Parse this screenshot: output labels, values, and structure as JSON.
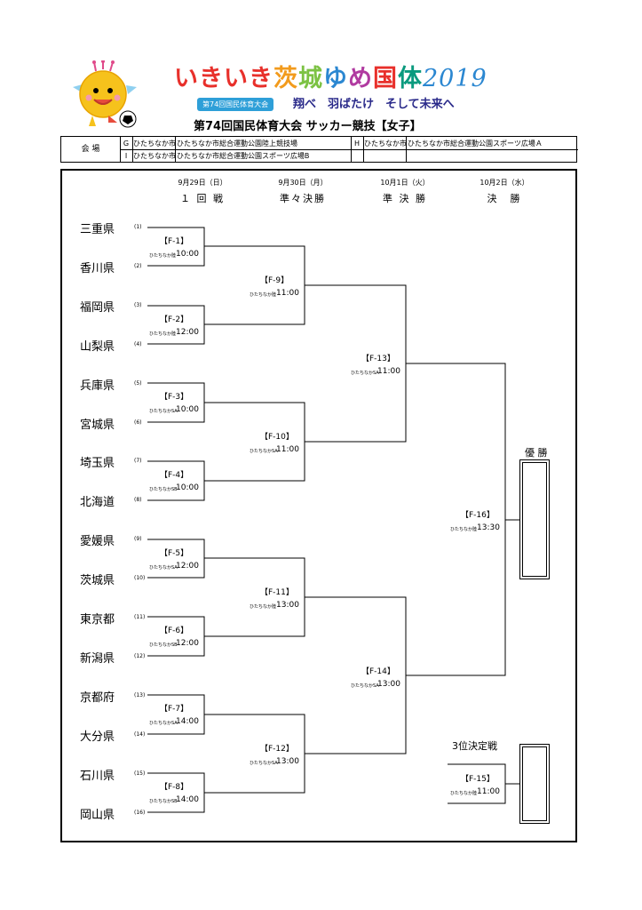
{
  "header": {
    "logo_parts": [
      "いきいき",
      "茨",
      "城",
      "ゆ",
      "め",
      "国",
      "体",
      "2019"
    ],
    "badge": "第74回国民体育大会",
    "slogan": "翔べ　羽ばたけ　そして未来へ",
    "title": "第74回国民体育大会 サッカー競技【女子】"
  },
  "venue": {
    "label": "会 場",
    "rows": [
      {
        "code": "G",
        "city": "ひたちなか市",
        "name": "ひたちなか市総合運動公園陸上競技場"
      },
      {
        "code": "I",
        "city": "ひたちなか市",
        "name": "ひたちなか市総合運動公園スポーツ広場B"
      }
    ],
    "right": {
      "code": "H",
      "city": "ひたちなか市",
      "name": "ひたちなか市総合運動公園スポーツ広場Ａ"
    }
  },
  "rounds": [
    {
      "date": "9月29日（日）",
      "name": "１ 回 戦"
    },
    {
      "date": "9月30日（月）",
      "name": "準々決勝"
    },
    {
      "date": "10月1日（火）",
      "name": "準 決 勝"
    },
    {
      "date": "10月2日（水）",
      "name": "決　勝"
    }
  ],
  "teams": [
    {
      "seed": "(1)",
      "name": "三重県"
    },
    {
      "seed": "(2)",
      "name": "香川県"
    },
    {
      "seed": "(3)",
      "name": "福岡県"
    },
    {
      "seed": "(4)",
      "name": "山梨県"
    },
    {
      "seed": "(5)",
      "name": "兵庫県"
    },
    {
      "seed": "(6)",
      "name": "宮城県"
    },
    {
      "seed": "(7)",
      "name": "埼玉県"
    },
    {
      "seed": "(8)",
      "name": "北海道"
    },
    {
      "seed": "(9)",
      "name": "愛媛県"
    },
    {
      "seed": "(10)",
      "name": "茨城県"
    },
    {
      "seed": "(11)",
      "name": "東京都"
    },
    {
      "seed": "(12)",
      "name": "新潟県"
    },
    {
      "seed": "(13)",
      "name": "京都府"
    },
    {
      "seed": "(14)",
      "name": "大分県"
    },
    {
      "seed": "(15)",
      "name": "石川県"
    },
    {
      "seed": "(16)",
      "name": "岡山県"
    }
  ],
  "matches": {
    "r1": [
      {
        "code": "【F-1】",
        "venue": "ひたちなか陸",
        "time": "10:00"
      },
      {
        "code": "【F-2】",
        "venue": "ひたちなか陸",
        "time": "12:00"
      },
      {
        "code": "【F-3】",
        "venue": "ひたちなかSA",
        "time": "10:00"
      },
      {
        "code": "【F-4】",
        "venue": "ひたちなかSB",
        "time": "10:00"
      },
      {
        "code": "【F-5】",
        "venue": "ひたちなかSA",
        "time": "12:00"
      },
      {
        "code": "【F-6】",
        "venue": "ひたちなかSB",
        "time": "12:00"
      },
      {
        "code": "【F-7】",
        "venue": "ひたちなかSA",
        "time": "14:00"
      },
      {
        "code": "【F-8】",
        "venue": "ひたちなかSB",
        "time": "14:00"
      }
    ],
    "r2": [
      {
        "code": "【F-9】",
        "venue": "ひたちなか陸",
        "time": "11:00"
      },
      {
        "code": "【F-10】",
        "venue": "ひたちなかSA",
        "time": "11:00"
      },
      {
        "code": "【F-11】",
        "venue": "ひたちなか陸",
        "time": "13:00"
      },
      {
        "code": "【F-12】",
        "venue": "ひたちなかSA",
        "time": "13:00"
      }
    ],
    "sf": [
      {
        "code": "【F-13】",
        "venue": "ひたちなかSA",
        "time": "11:00"
      },
      {
        "code": "【F-14】",
        "venue": "ひたちなかSA",
        "time": "13:00"
      }
    ],
    "final": {
      "code": "【F-16】",
      "venue": "ひたちなか陸",
      "time": "13:30"
    },
    "third": {
      "code": "【F-15】",
      "venue": "ひたちなか陸",
      "time": "11:00"
    }
  },
  "champion_label": "優 勝",
  "third_place_label": "3位決定戦"
}
